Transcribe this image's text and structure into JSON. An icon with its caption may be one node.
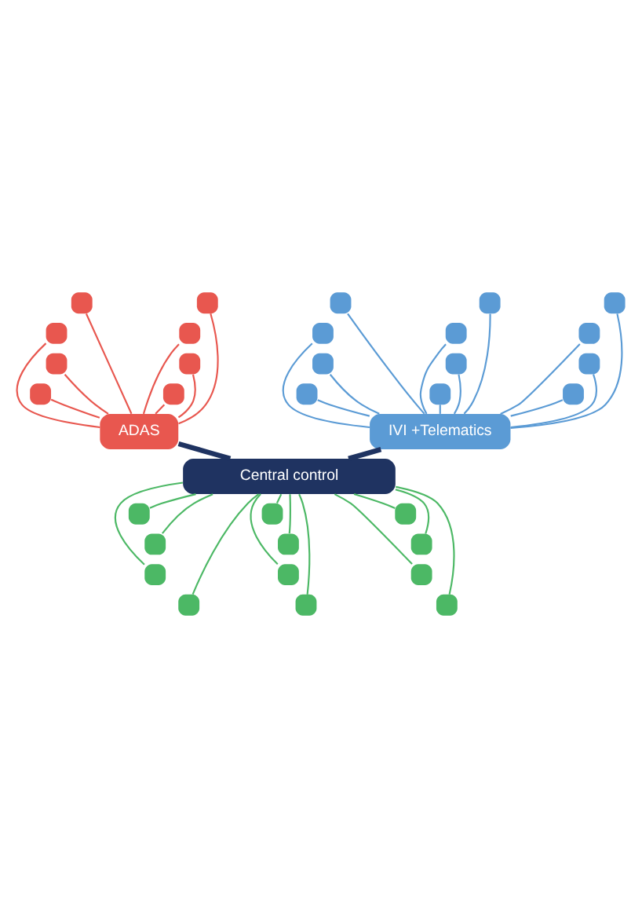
{
  "diagram": {
    "nodes": [
      {
        "text": [],
        "shape": "box"
      },
      {
        "text": [],
        "shape": "box"
      },
      {
        "text": [],
        "shape": "box"
      },
      {
        "text": [],
        "shape": "box"
      },
      {
        "text": [],
        "shape": "box"
      },
      {
        "text": [],
        "shape": "box"
      },
      {
        "text": [],
        "shape": "box"
      },
      {
        "text": [],
        "shape": "box"
      },
      {
        "text": [],
        "shape": "box"
      },
      {
        "text": [],
        "shape": "box"
      },
      {
        "text": [],
        "shape": "box"
      },
      {
        "text": [],
        "shape": "box"
      },
      {
        "text": [],
        "shape": "box"
      },
      {
        "text": [],
        "shape": "box"
      },
      {
        "text": [],
        "shape": "box"
      },
      {
        "text": [],
        "shape": "box"
      },
      {
        "text": [],
        "shape": "box"
      },
      {
        "text": [],
        "shape": "box"
      },
      {
        "text": [],
        "shape": "box"
      },
      {
        "text": [],
        "shape": "box"
      },
      {
        "text": [
          "IVI +Telematics"
        ]
      },
      {
        "text": [
          "ADAS"
        ]
      },
      {
        "text": [
          "Central control"
        ]
      },
      {
        "text": [],
        "shape": "box"
      },
      {
        "text": [],
        "shape": "box"
      },
      {
        "text": [],
        "shape": "box"
      },
      {
        "text": [],
        "shape": "box"
      },
      {
        "text": [],
        "shape": "box"
      },
      {
        "text": [],
        "shape": "box"
      },
      {
        "text": [],
        "shape": "box"
      },
      {
        "text": [],
        "shape": "box"
      },
      {
        "text": [],
        "shape": "box"
      },
      {
        "text": [],
        "shape": "box"
      },
      {
        "text": [],
        "shape": "box"
      },
      {
        "text": [],
        "shape": "box"
      }
    ],
    "edges": [
      {
        "from": 0,
        "to": 20,
        "arrow": "none",
        "color": "#5b9bd5"
      },
      {
        "from": 1,
        "to": 20,
        "arrow": "none",
        "color": "#5b9bd5"
      },
      {
        "from": 2,
        "to": 20,
        "arrow": "none",
        "color": "#5b9bd5"
      },
      {
        "from": 3,
        "to": 20,
        "arrow": "none",
        "color": "#5b9bd5"
      },
      {
        "from": 4,
        "to": 20,
        "arrow": "none",
        "color": "#5b9bd5"
      },
      {
        "from": 5,
        "to": 20,
        "arrow": "none",
        "color": "#5b9bd5"
      },
      {
        "from": 6,
        "to": 20,
        "arrow": "none",
        "color": "#5b9bd5"
      },
      {
        "from": 7,
        "to": 20,
        "arrow": "none",
        "color": "#5b9bd5"
      },
      {
        "from": 8,
        "to": 20,
        "arrow": "none",
        "color": "#5b9bd5"
      },
      {
        "from": 9,
        "to": 20,
        "arrow": "none",
        "color": "#5b9bd5"
      },
      {
        "from": 10,
        "to": 20,
        "arrow": "none",
        "color": "#5b9bd5"
      },
      {
        "from": 11,
        "to": 20,
        "arrow": "none",
        "color": "#5b9bd5"
      },
      {
        "from": 12,
        "to": 21,
        "arrow": "none",
        "color": "#e8574f"
      },
      {
        "from": 13,
        "to": 21,
        "arrow": "none",
        "color": "#e8574f"
      },
      {
        "from": 14,
        "to": 21,
        "arrow": "none",
        "color": "#e8574f"
      },
      {
        "from": 15,
        "to": 21,
        "arrow": "none",
        "color": "#e8574f"
      },
      {
        "from": 16,
        "to": 21,
        "arrow": "none",
        "color": "#e8574f"
      },
      {
        "from": 17,
        "to": 21,
        "arrow": "none",
        "color": "#e8574f"
      },
      {
        "from": 18,
        "to": 21,
        "arrow": "none",
        "color": "#e8574f"
      },
      {
        "from": 19,
        "to": 21,
        "arrow": "none",
        "color": "#e8574f"
      },
      {
        "from": 20,
        "to": 22,
        "arrow": "none",
        "style": "thick",
        "color": "#1f3361"
      },
      {
        "from": 21,
        "to": 22,
        "arrow": "none",
        "style": "thick",
        "color": "#1f3361"
      },
      {
        "from": 22,
        "to": 23,
        "arrow": "none",
        "color": "#4cb865"
      },
      {
        "from": 22,
        "to": 24,
        "arrow": "none",
        "color": "#4cb865"
      },
      {
        "from": 22,
        "to": 25,
        "arrow": "none",
        "color": "#4cb865"
      },
      {
        "from": 22,
        "to": 26,
        "arrow": "none",
        "color": "#4cb865"
      },
      {
        "from": 22,
        "to": 27,
        "arrow": "none",
        "color": "#4cb865"
      },
      {
        "from": 22,
        "to": 28,
        "arrow": "none",
        "color": "#4cb865"
      },
      {
        "from": 22,
        "to": 29,
        "arrow": "none",
        "color": "#4cb865"
      },
      {
        "from": 22,
        "to": 30,
        "arrow": "none",
        "color": "#4cb865"
      },
      {
        "from": 22,
        "to": 31,
        "arrow": "none",
        "color": "#4cb865"
      },
      {
        "from": 22,
        "to": 32,
        "arrow": "none",
        "color": "#4cb865"
      },
      {
        "from": 22,
        "to": 33,
        "arrow": "none",
        "color": "#4cb865"
      },
      {
        "from": 22,
        "to": 34,
        "arrow": "none",
        "color": "#4cb865"
      }
    ]
  }
}
